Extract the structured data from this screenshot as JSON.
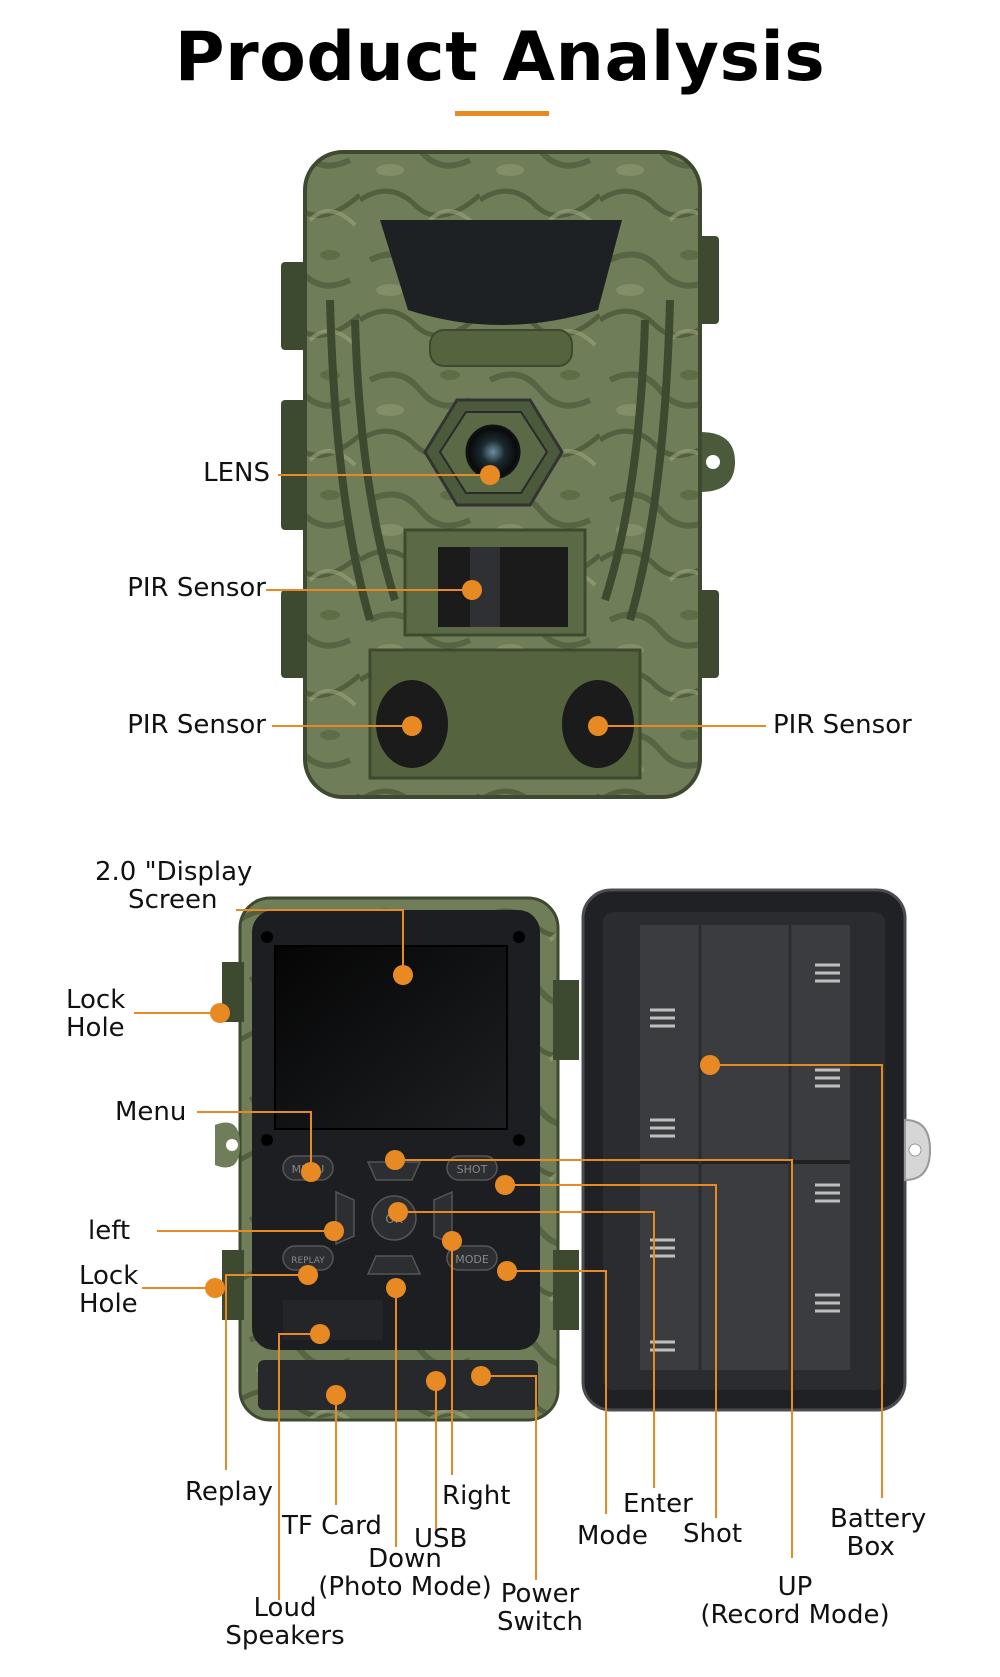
{
  "title": "Product Analysis",
  "colors": {
    "accent": "#e88a24",
    "camo_dark": "#4b5a3a",
    "camo_mid": "#6f7e58",
    "camo_light": "#8e9a72",
    "body_black": "#1c1e21"
  },
  "front_labels": {
    "lens": "LENS",
    "pir_center": "PIR Sensor",
    "pir_left": "PIR Sensor",
    "pir_right": "PIR Sensor"
  },
  "back_labels": {
    "display": "2.0 \"Display\n    Screen",
    "lock_hole_top": "Lock\nHole",
    "menu": "Menu",
    "left": "left",
    "lock_hole_bottom": "Lock\nHole",
    "replay": "Replay",
    "tf_card": "TF Card",
    "right": "Right",
    "usb": "USB",
    "down": "Down\n(Photo Mode)",
    "loud_speakers": "Loud\nSpeakers",
    "power_switch": "Power\nSwitch",
    "enter": "Enter",
    "mode": "Mode",
    "shot": "Shot",
    "up": "UP\n(Record Mode)",
    "battery_box": "Battery\n  Box"
  },
  "button_marks": {
    "menu": "MENU",
    "shot": "SHOT",
    "replay": "REPLAY",
    "mode": "MODE",
    "ok": "OK"
  }
}
